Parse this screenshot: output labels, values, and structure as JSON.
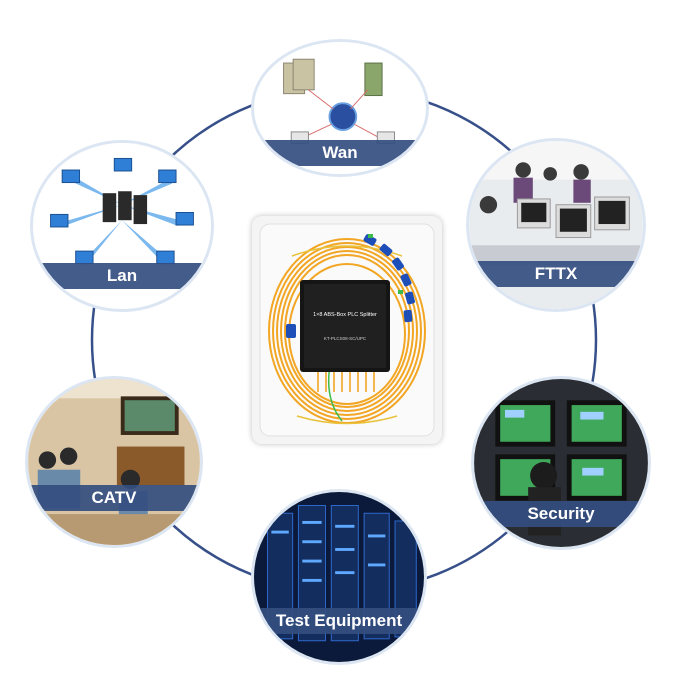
{
  "nodes": {
    "wan": {
      "label": "Wan"
    },
    "lan": {
      "label": "Lan"
    },
    "fttx": {
      "label": "FTTX"
    },
    "catv": {
      "label": "CATV"
    },
    "security": {
      "label": "Security"
    },
    "test_equipment": {
      "label": "Test Equipment"
    }
  },
  "device": {
    "line1": "1×8 ABS-Box PLC Splitter",
    "line2": "KT-PLCS08-SC/UPC"
  },
  "colors": {
    "ring": "#37508a",
    "band": "#344e80",
    "fiber": "#f2a623",
    "connector": "#1e4fb8"
  }
}
